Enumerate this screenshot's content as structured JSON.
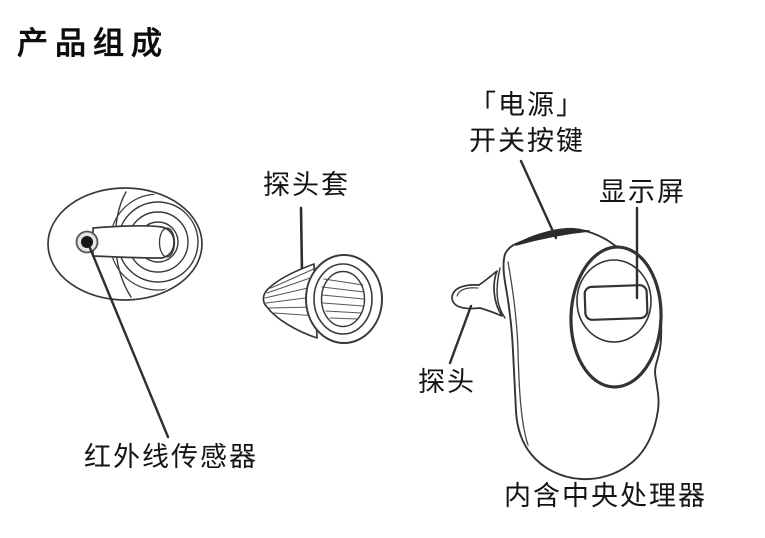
{
  "canvas": {
    "background": "#ffffff",
    "ink_color": "#333333",
    "leader_line_color": "#2e2e2e",
    "text_color": "#141414"
  },
  "title": "产品组成",
  "labels": {
    "power": {
      "line1": "「电源」",
      "line2": "开关按键"
    },
    "probe_cover": "探头套",
    "display": "显示屏",
    "probe": "探头",
    "ir_sensor": "红外线传感器",
    "cpu": "内含中央处理器"
  },
  "diagram": {
    "parts": [
      "infrared-sensor-head-front-view",
      "probe-cover",
      "thermometer-body-with-probe-display-and-power-button"
    ]
  }
}
